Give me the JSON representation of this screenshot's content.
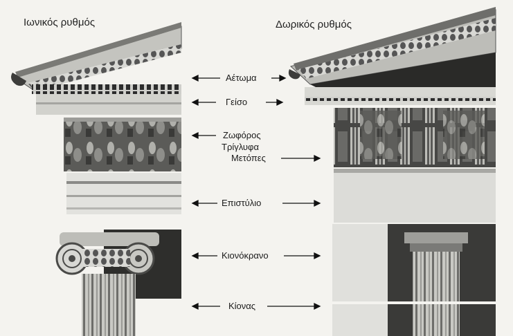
{
  "titles": {
    "ionic": "Ιωνικός ρυθμός",
    "doric": "Δωρικός ρυθμός"
  },
  "labels": {
    "pediment": "Αέτωμα",
    "cornice": "Γείσο",
    "frieze": "Ζωφόρος",
    "triglyphs": "Τρίγλυφα",
    "metopes": "Μετόπες",
    "architrave": "Επιστύλιο",
    "capital": "Κιονόκρανο",
    "column": "Κίονας"
  },
  "colors": {
    "paper": "#f4f3ef",
    "ink": "#1a1a1a",
    "photo_dark": "#2a2a2a",
    "photo_mid": "#8a8a8a",
    "photo_light": "#d6d6d2"
  }
}
